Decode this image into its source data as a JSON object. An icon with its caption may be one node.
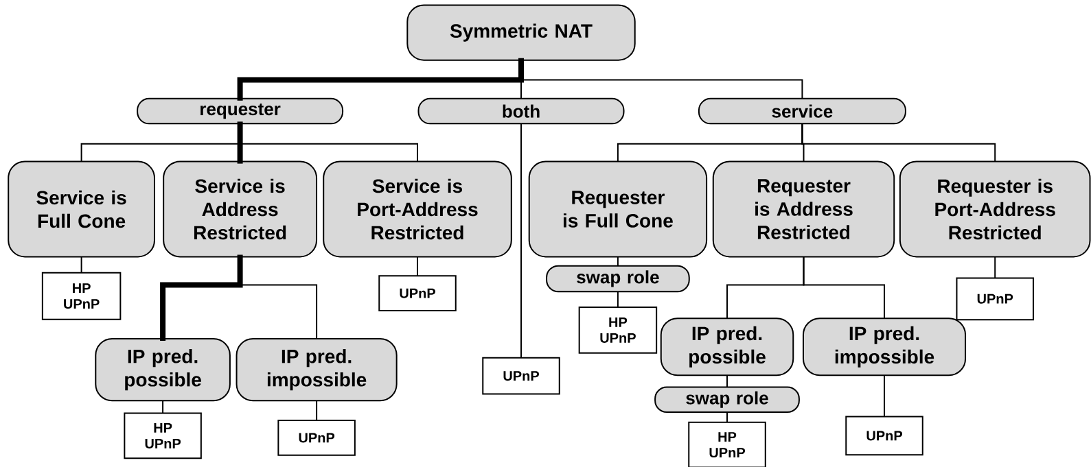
{
  "diagram": {
    "nodes": [
      {
        "text": [
          "Symmetric NAT"
        ]
      },
      {
        "text": [
          "requester"
        ]
      },
      {
        "text": [
          "both"
        ]
      },
      {
        "text": [
          "service"
        ]
      },
      {
        "text": [
          "Service is Full Cone"
        ]
      },
      {
        "text": [
          "Service is Address Restricted"
        ]
      },
      {
        "text": [
          "Service is Port-Address Restricted"
        ]
      },
      {
        "text": [
          "Requester is Full Cone"
        ]
      },
      {
        "text": [
          "Requester is Address Restricted"
        ]
      },
      {
        "text": [
          "Requester is Port-Address Restricted"
        ]
      },
      {
        "text": [
          "HP UPnP"
        ]
      },
      {
        "text": [
          "UPnP"
        ]
      },
      {
        "text": [
          "swap role"
        ]
      },
      {
        "text": [
          "HP UPnP"
        ]
      },
      {
        "text": [
          "UPnP"
        ]
      },
      {
        "text": [
          "IP pred. possible"
        ]
      },
      {
        "text": [
          "IP pred. impossible"
        ]
      },
      {
        "text": [
          "UPnP"
        ]
      },
      {
        "text": [
          "IP pred. possible"
        ]
      },
      {
        "text": [
          "IP pred. impossible"
        ]
      },
      {
        "text": [
          "HP UPnP"
        ]
      },
      {
        "text": [
          "UPnP"
        ]
      },
      {
        "text": [
          "swap role"
        ]
      },
      {
        "text": [
          "HP UPnP"
        ]
      },
      {
        "text": [
          "UPnP"
        ]
      }
    ],
    "edges": [
      {
        "from": 0,
        "to": 1,
        "arrow": "none",
        "style": "thick"
      },
      {
        "from": 0,
        "to": 2,
        "arrow": "none"
      },
      {
        "from": 0,
        "to": 3,
        "arrow": "none"
      },
      {
        "from": 1,
        "to": 4,
        "arrow": "none"
      },
      {
        "from": 1,
        "to": 5,
        "arrow": "none",
        "style": "thick"
      },
      {
        "from": 1,
        "to": 6,
        "arrow": "none"
      },
      {
        "from": 3,
        "to": 7,
        "arrow": "none"
      },
      {
        "from": 3,
        "to": 8,
        "arrow": "none"
      },
      {
        "from": 3,
        "to": 9,
        "arrow": "none"
      },
      {
        "from": 4,
        "to": 10,
        "arrow": "none"
      },
      {
        "from": 6,
        "to": 11,
        "arrow": "none"
      },
      {
        "from": 7,
        "to": 12,
        "arrow": "none"
      },
      {
        "from": 12,
        "to": 13,
        "arrow": "none"
      },
      {
        "from": 9,
        "to": 14,
        "arrow": "none"
      },
      {
        "from": 5,
        "to": 15,
        "arrow": "none",
        "style": "thick"
      },
      {
        "from": 5,
        "to": 16,
        "arrow": "none"
      },
      {
        "from": 2,
        "to": 17,
        "arrow": "none"
      },
      {
        "from": 8,
        "to": 18,
        "arrow": "none"
      },
      {
        "from": 8,
        "to": 19,
        "arrow": "none"
      },
      {
        "from": 15,
        "to": 20,
        "arrow": "none"
      },
      {
        "from": 16,
        "to": 21,
        "arrow": "none"
      },
      {
        "from": 18,
        "to": 22,
        "arrow": "none"
      },
      {
        "from": 22,
        "to": 23,
        "arrow": "none"
      },
      {
        "from": 19,
        "to": 24,
        "arrow": "none"
      }
    ]
  }
}
